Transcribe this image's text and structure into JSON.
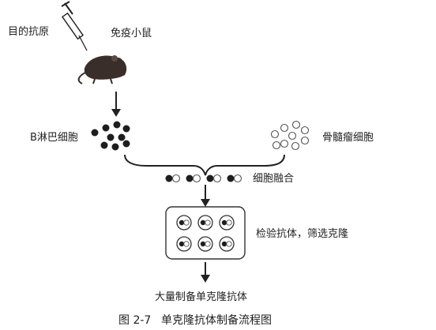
{
  "labels": {
    "antigen": "目的抗原",
    "mouse": "免疫小鼠",
    "b_cells": "B淋巴细胞",
    "myeloma": "骨髓瘤细胞",
    "fusion": "细胞融合",
    "screen": "检验抗体，筛选克隆",
    "mass": "大量制备单克隆抗体"
  },
  "caption": {
    "number": "图 2-7",
    "title": "单克隆抗体制备流程图"
  },
  "colors": {
    "ink": "#222222",
    "cell_dark": "#1e1e1e",
    "cell_light": "#ffffff",
    "mouse": "#3a2e2a"
  },
  "counts": {
    "b_cells": 9,
    "myeloma_cells": 9,
    "fused_pairs": 4,
    "plate_wells": 6
  }
}
